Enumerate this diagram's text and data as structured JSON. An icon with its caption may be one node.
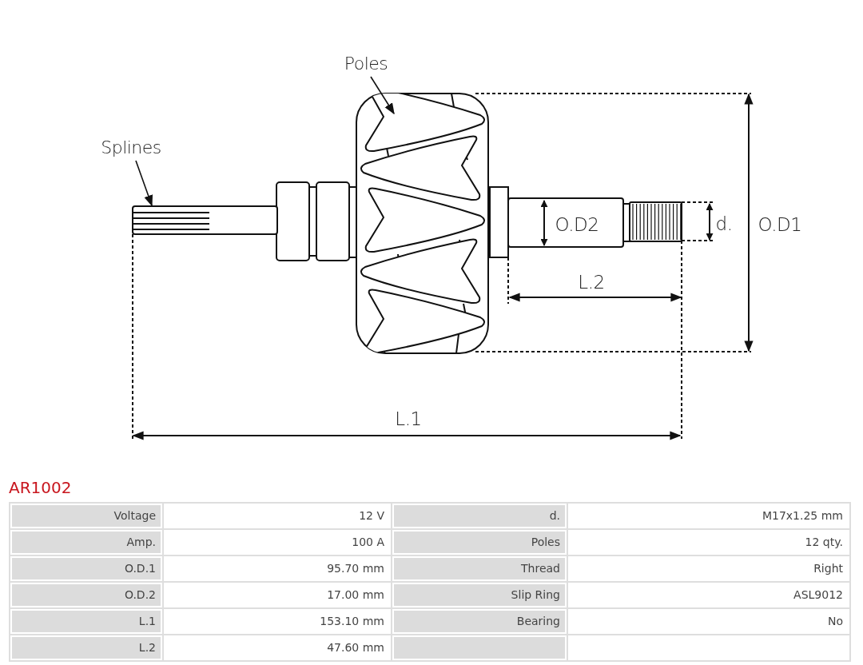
{
  "diagram": {
    "title": "AR1002",
    "nodes": [
      {
        "text": [
          "Poles"
        ]
      },
      {
        "text": [
          "Splines"
        ]
      },
      {
        "text": [],
        "shape": "picture"
      },
      {
        "text": [],
        "shape": "picture"
      }
    ],
    "edges": [
      {
        "from": 0,
        "to": 2,
        "arrow": "to"
      },
      {
        "from": 1,
        "to": 3,
        "arrow": "to"
      }
    ],
    "labels": [
      "O.D2",
      "d.",
      "O.D1",
      "L.2",
      "L.1",
      "Voltage",
      "12 V",
      "d.",
      "M17x1.25 mm",
      "Amp.",
      "100 A",
      "Poles",
      "12 qty.",
      "O.D.1",
      "95.70 mm",
      "Thread",
      "Right",
      "O.D.2",
      "17.00 mm",
      "Slip Ring",
      "ASL9012",
      "L.1",
      "153.10 mm",
      "Bearing",
      "No",
      "L.2",
      "47.60 mm"
    ]
  }
}
